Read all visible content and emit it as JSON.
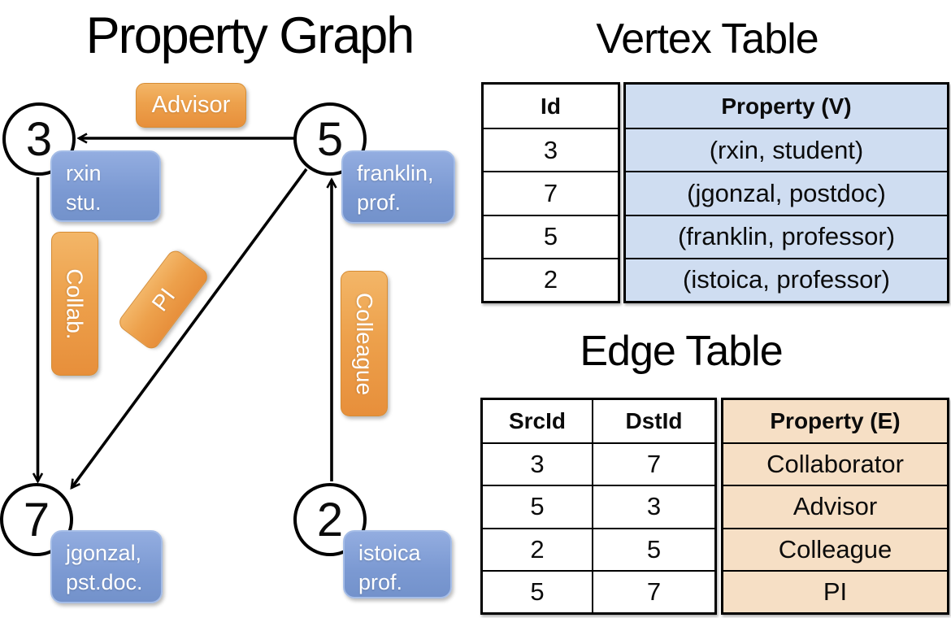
{
  "figure": {
    "left_title": "Property Graph"
  },
  "graph": {
    "vertices": [
      {
        "id": "3",
        "label_lines": [
          "rxin",
          "stu."
        ]
      },
      {
        "id": "5",
        "label_lines": [
          "franklin,",
          "prof."
        ]
      },
      {
        "id": "7",
        "label_lines": [
          "jgonzal,",
          "pst.doc."
        ]
      },
      {
        "id": "2",
        "label_lines": [
          "istoica",
          "prof."
        ]
      }
    ],
    "edge_labels": {
      "advisor": "Advisor",
      "collab": "Collab.",
      "pi": "PI",
      "colleague": "Colleague"
    }
  },
  "vertex_table": {
    "title": "Vertex Table",
    "columns": [
      "Id",
      "Property (V)"
    ],
    "rows": [
      [
        "3",
        "(rxin, student)"
      ],
      [
        "7",
        "(jgonzal, postdoc)"
      ],
      [
        "5",
        "(franklin, professor)"
      ],
      [
        "2",
        "(istoica, professor)"
      ]
    ]
  },
  "edge_table": {
    "title": "Edge Table",
    "columns": [
      "SrcId",
      "DstId",
      "Property (E)"
    ],
    "rows": [
      [
        "3",
        "7",
        "Collaborator"
      ],
      [
        "5",
        "3",
        "Advisor"
      ],
      [
        "2",
        "5",
        "Colleague"
      ],
      [
        "5",
        "7",
        "PI"
      ]
    ]
  },
  "colors": {
    "edge_label_orange": "#ee9f47",
    "vertex_label_blue": "#7f9cd3",
    "vertex_table_fill": "#cfddf1",
    "edge_table_fill": "#f6dfc5",
    "line_black": "#000000"
  }
}
